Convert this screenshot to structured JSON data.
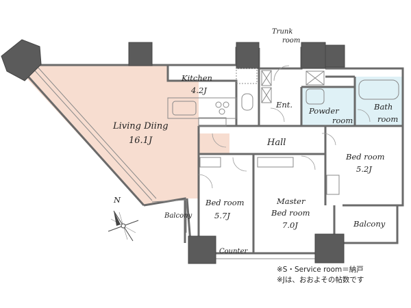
{
  "rooms": {
    "trunk_room": "Trunk\nroom",
    "trunk_line1": "Trunk",
    "trunk_line2": "room",
    "kitchen_name": "Kitchen",
    "kitchen_size": "4.2J",
    "living_name": "Living Diing",
    "living_size": "16.1J",
    "entrance": "Ent.",
    "powder_line1": "Powder",
    "powder_line2": "room",
    "bath_line1": "Bath",
    "bath_line2": "room",
    "hall": "Hall",
    "bedroom1_name": "Bed room",
    "bedroom1_size": "5.2J",
    "bedroom2_name": "Bed room",
    "bedroom2_size": "5.7J",
    "master_line1": "Master",
    "master_line2": "Bed room",
    "master_size": "7.0J",
    "balcony_small": "Balcony",
    "balcony_large": "Balcony",
    "counter": "Counter"
  },
  "compass": {
    "north": "N"
  },
  "notes": {
    "service_room": "※S・Service room＝納戸",
    "tatami": "※Jは、おおよその帖数です"
  },
  "colors": {
    "living_fill": "#f7ddd0",
    "room_fill": "#ffffff",
    "powder_fill": "#dff1f6",
    "bath_fill": "#dff1f6",
    "column_fill": "#5b5b5b",
    "wall": "#6a6a6a"
  }
}
